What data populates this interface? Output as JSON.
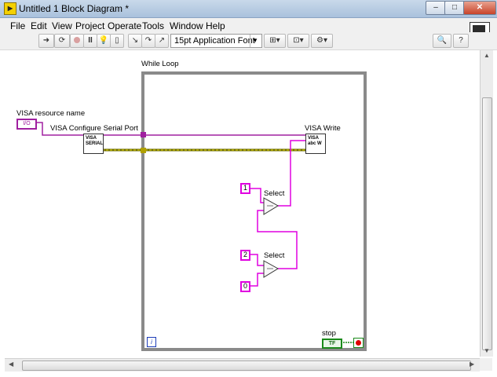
{
  "window": {
    "title": "Untitled 1 Block Diagram *",
    "app_icon_glyph": "▶",
    "minimize_glyph": "–",
    "maximize_glyph": "□",
    "close_glyph": "✕"
  },
  "menu": [
    "File",
    "Edit",
    "View",
    "Project",
    "Operate",
    "Tools",
    "Window",
    "Help"
  ],
  "toolbar": {
    "font_selector": "15pt Application Font"
  },
  "diagram": {
    "while_loop_label": "While Loop",
    "visa_resource_label": "VISA resource name",
    "visa_resource_glyph": "I/O",
    "visa_configure_label": "VISA Configure Serial Port",
    "visa_configure_icon_text": "VISA SERIAL",
    "visa_write_label": "VISA Write",
    "visa_write_icon_text": "VISA abc W",
    "select1_label": "Select",
    "select2_label": "Select",
    "const1": "1",
    "const2": "2",
    "const0": "0",
    "stop_label": "stop",
    "stop_terminal_text": "TF",
    "iteration_label": "i"
  }
}
